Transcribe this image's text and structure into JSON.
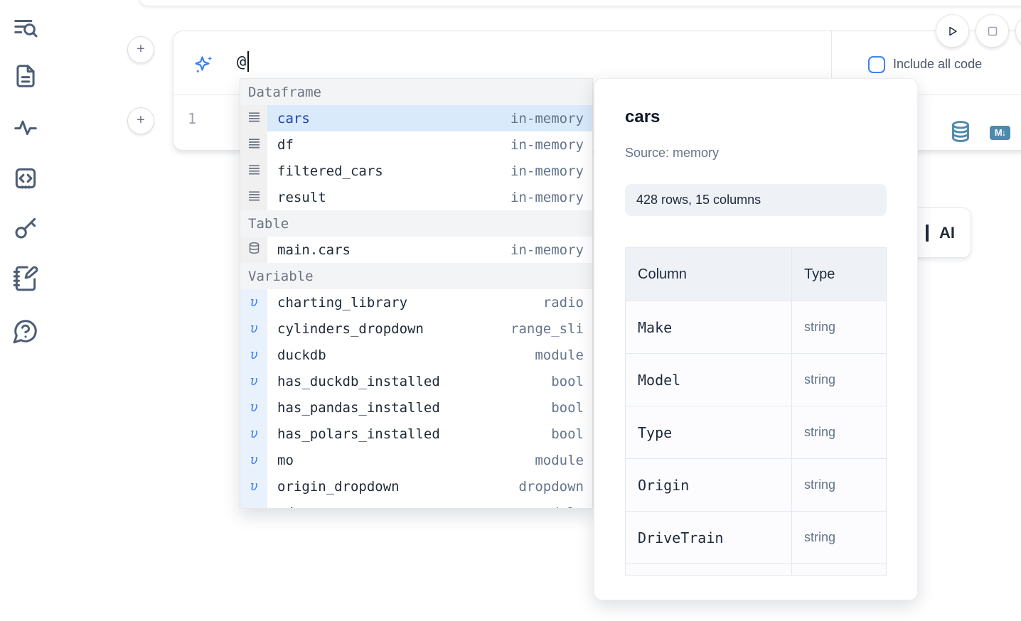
{
  "sidebar": {
    "icons": [
      "list-search",
      "file-text",
      "activity",
      "code-block",
      "key",
      "notebook-edit",
      "help-chat"
    ]
  },
  "prompt": {
    "value": "@",
    "include_all_code_label": "Include all code",
    "include_all_code_checked": false
  },
  "editor": {
    "line_number": "1"
  },
  "completion_menu": {
    "rows": [
      {
        "kind": "header",
        "label": "Dataframe"
      },
      {
        "kind": "item",
        "icon": "dataframe-icon",
        "name": "cars",
        "meta": "in-memory",
        "selected": true
      },
      {
        "kind": "item",
        "icon": "dataframe-icon",
        "name": "df",
        "meta": "in-memory"
      },
      {
        "kind": "item",
        "icon": "dataframe-icon",
        "name": "filtered_cars",
        "meta": "in-memory"
      },
      {
        "kind": "item",
        "icon": "dataframe-icon",
        "name": "result",
        "meta": "in-memory"
      },
      {
        "kind": "header",
        "label": "Table"
      },
      {
        "kind": "item",
        "icon": "database-icon",
        "name": "main.cars",
        "meta": "in-memory"
      },
      {
        "kind": "header",
        "label": "Variable"
      },
      {
        "kind": "item",
        "icon": "variable-icon",
        "name": "charting_library",
        "meta": "radio"
      },
      {
        "kind": "item",
        "icon": "variable-icon",
        "name": "cylinders_dropdown",
        "meta": "range_sli"
      },
      {
        "kind": "item",
        "icon": "variable-icon",
        "name": "duckdb",
        "meta": "module"
      },
      {
        "kind": "item",
        "icon": "variable-icon",
        "name": "has_duckdb_installed",
        "meta": "bool"
      },
      {
        "kind": "item",
        "icon": "variable-icon",
        "name": "has_pandas_installed",
        "meta": "bool"
      },
      {
        "kind": "item",
        "icon": "variable-icon",
        "name": "has_polars_installed",
        "meta": "bool"
      },
      {
        "kind": "item",
        "icon": "variable-icon",
        "name": "mo",
        "meta": "module"
      },
      {
        "kind": "item",
        "icon": "variable-icon",
        "name": "origin_dropdown",
        "meta": "dropdown"
      },
      {
        "kind": "item",
        "icon": "variable-icon",
        "name": "pd",
        "meta": "module"
      }
    ]
  },
  "preview": {
    "title": "cars",
    "source": "Source: memory",
    "shape": "428 rows, 15 columns",
    "table": {
      "headers": [
        "Column",
        "Type"
      ],
      "rows": [
        {
          "column": "Make",
          "type": "string"
        },
        {
          "column": "Model",
          "type": "string"
        },
        {
          "column": "Type",
          "type": "string"
        },
        {
          "column": "Origin",
          "type": "string"
        },
        {
          "column": "DriveTrain",
          "type": "string"
        }
      ]
    }
  },
  "ai_button": {
    "label": "AI"
  },
  "colors": {
    "accent_blue": "#3b82f6",
    "steel_blue": "#4e8aad",
    "selection_bg": "#d9eafb",
    "selected_text": "#1e40af"
  }
}
